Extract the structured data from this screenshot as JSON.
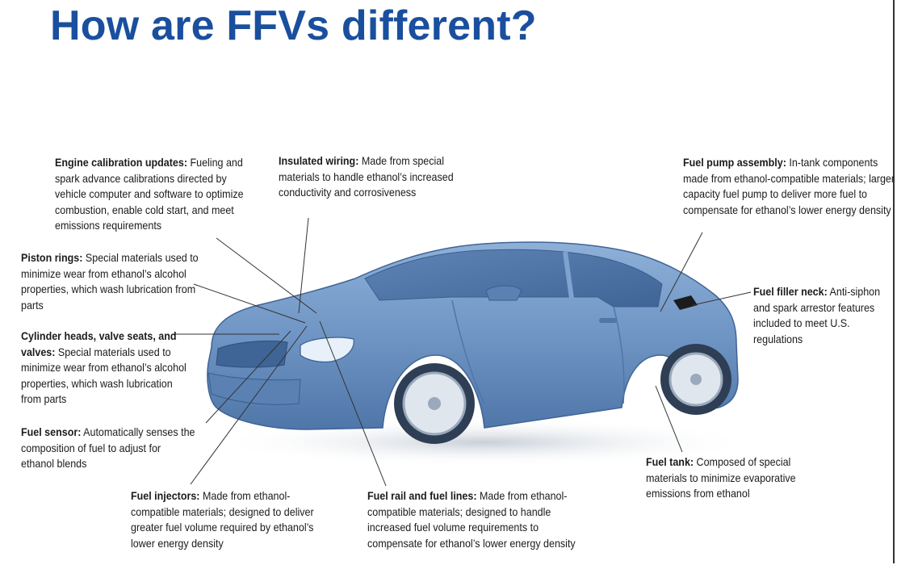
{
  "slide": {
    "title": "How are FFVs different?"
  },
  "callouts": {
    "engine_calibration": {
      "heading": "Engine calibration updates:",
      "text": " Fueling and spark advance calibrations directed by vehicle computer and software to optimize combustion, enable cold start, and meet emissions requirements"
    },
    "insulated_wiring": {
      "heading": "Insulated wiring:",
      "text": " Made from special materials to handle ethanol’s increased conductivity and corrosiveness"
    },
    "fuel_pump": {
      "heading": "Fuel pump assembly:",
      "text": " In-tank components made from ethanol-compatible materials; larger capacity fuel pump to deliver more fuel to compensate for ethanol’s lower energy density"
    },
    "piston_rings": {
      "heading": "Piston rings:",
      "text": " Special materials used to minimize wear from ethanol’s alcohol properties, which wash lubrication from parts"
    },
    "fuel_filler_neck": {
      "heading": "Fuel filler neck:",
      "text": " Anti-siphon and spark arrestor features included to meet U.S. regulations"
    },
    "cylinder_heads": {
      "heading": "Cylinder heads, valve seats, and valves:",
      "text": " Special materials used to minimize wear from ethanol’s alcohol properties, which wash lubrication from parts"
    },
    "fuel_sensor": {
      "heading": "Fuel sensor:",
      "text": " Automatically senses the composition of fuel to adjust for ethanol blends"
    },
    "fuel_tank": {
      "heading": "Fuel tank:",
      "text": " Composed of special materials to minimize evaporative emissions from ethanol"
    },
    "fuel_injectors": {
      "heading": "Fuel injectors:",
      "text": " Made from ethanol-compatible materials; designed to deliver greater fuel volume required by ethanol’s lower energy density"
    },
    "fuel_rail": {
      "heading": "Fuel rail and fuel lines:",
      "text": " Made from ethanol-compatible materials; designed to handle increased fuel volume requirements to compensate for ethanol’s lower energy density"
    }
  },
  "colors": {
    "title": "#1a4f9e",
    "car_body": "#6f95c4",
    "car_dark": "#3f6496",
    "car_light": "#a9c4e2",
    "leader_line": "#333333"
  }
}
